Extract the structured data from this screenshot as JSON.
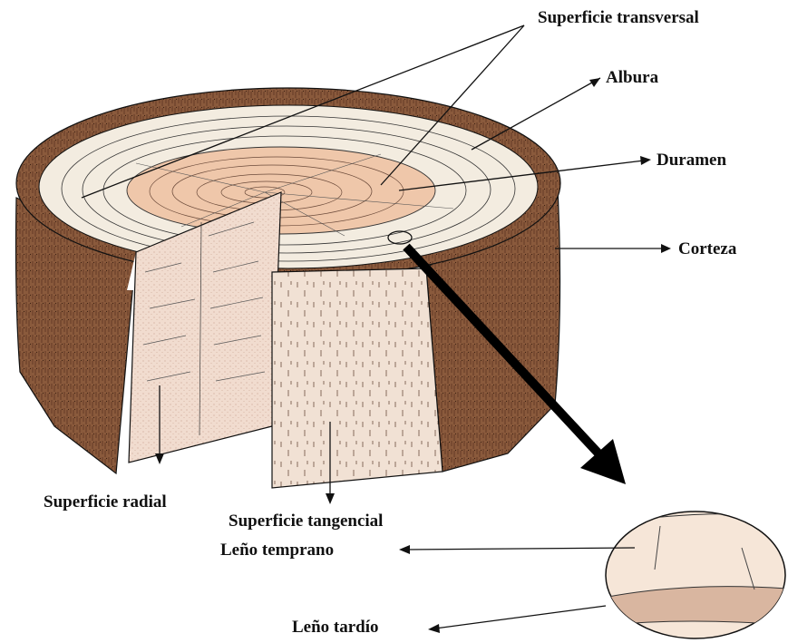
{
  "labels": {
    "superficie_transversal": "Superficie transversal",
    "albura": "Albura",
    "duramen": "Duramen",
    "corteza": "Corteza",
    "superficie_radial": "Superficie radial",
    "superficie_tangencial": "Superficie tangencial",
    "leno_temprano": "Leño temprano",
    "leno_tardio": "Leño tardío"
  },
  "colors": {
    "bark": "#8a5a3c",
    "bark_dark": "#5a3320",
    "sapwood": "#f3ece0",
    "heartwood": "#efc7aa",
    "radial_face": "#f1dccf",
    "tangential_face": "#f1e1d4",
    "line": "#111111"
  }
}
